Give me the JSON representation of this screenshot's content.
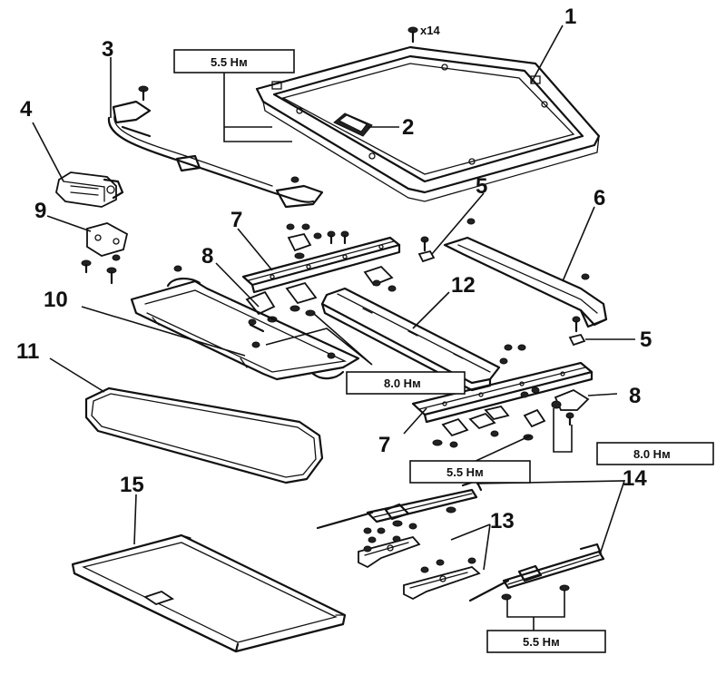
{
  "callouts": {
    "c1": "1",
    "c2": "2",
    "c3": "3",
    "c4": "4",
    "c5a": "5",
    "c5b": "5",
    "c6": "6",
    "c7a": "7",
    "c7b": "7",
    "c8a": "8",
    "c8b": "8",
    "c9": "9",
    "c10": "10",
    "c11": "11",
    "c12": "12",
    "c13": "13",
    "c14": "14",
    "c15": "15"
  },
  "torque": {
    "t1": "5.5 Нм",
    "t2": "8.0 Нм",
    "t3": "8.0 Нм",
    "t4": "5.5 Нм",
    "t5": "5.5 Нм"
  },
  "quantity": "x14"
}
